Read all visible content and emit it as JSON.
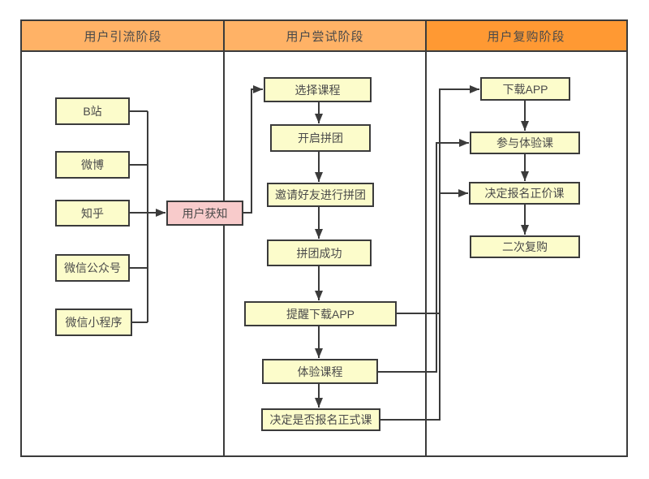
{
  "diagram": {
    "lanes": [
      {
        "title": "用户引流阶段"
      },
      {
        "title": "用户尝试阶段"
      },
      {
        "title": "用户复购阶段"
      }
    ],
    "nodes": {
      "bilibili": "B站",
      "weibo": "微博",
      "zhihu": "知乎",
      "wechat_official_account": "微信公众号",
      "wechat_mini_program": "微信小程序",
      "user_awareness": "用户获知",
      "choose_course": "选择课程",
      "start_group_buy": "开启拼团",
      "invite_friends_group_buy": "邀请好友进行拼团",
      "group_buy_success": "拼团成功",
      "remind_download_app": "提醒下载APP",
      "experience_course": "体验课程",
      "decide_enroll_formal_course": "决定是否报名正式课",
      "download_app": "下载APP",
      "join_trial_course": "参与体验课",
      "decide_enroll_paid_course": "决定报名正价课",
      "second_repurchase": "二次复购"
    },
    "colors": {
      "lane_header_bg": "#FFB266",
      "lane_header_bg_alt": "#FF9933",
      "node_fill": "#FCFCCB",
      "highlight_node_fill": "#F8CBCB",
      "line_color": "#3B3B3B",
      "text_color": "#4A4A4A",
      "canvas_bg": "#FFFFFF"
    }
  }
}
